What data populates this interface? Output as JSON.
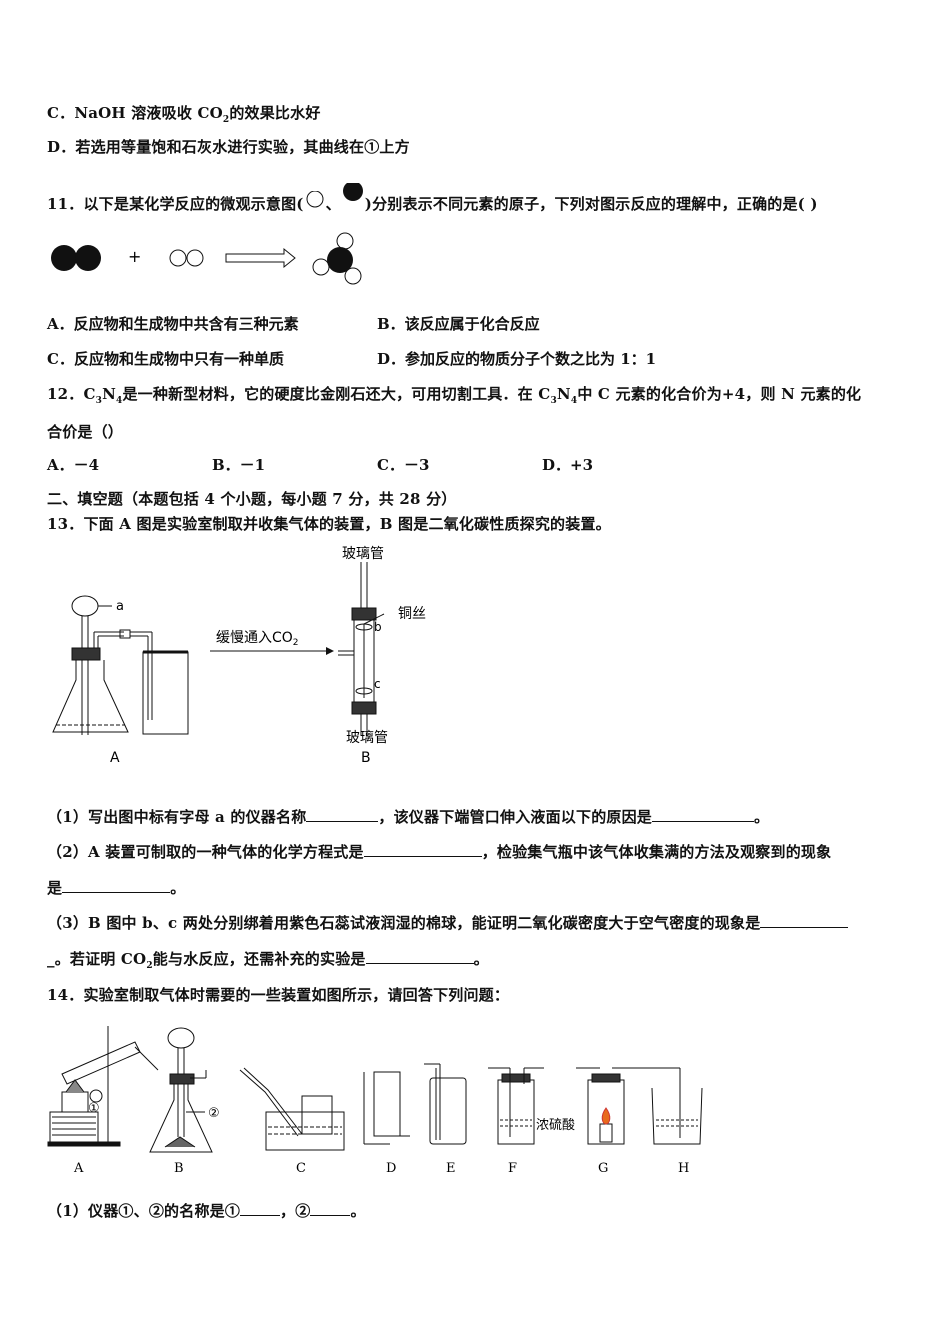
{
  "q10": {
    "optC_pre": "C．NaOH 溶液吸收 CO",
    "optC_sub": "2",
    "optC_post": "的效果比水好",
    "optD": "D．若选用等量饱和石灰水进行实验，其曲线在①上方"
  },
  "q11": {
    "stem_pre": "11．以下是某化学反应的微观示意图(",
    "stem_sep": "、",
    "stem_post": ")分别表示不同元素的原子，下列对图示反应的理解中，正确的是(   )",
    "plus": "+",
    "optA": "A．反应物和生成物中共含有三种元素",
    "optB": "B．该反应属于化合反应",
    "optC": "C．反应物和生成物中只有一种单质",
    "optD": "D．参加反应的物质分子个数之比为 1：1"
  },
  "q12": {
    "stem1_pre": "12．C",
    "s1": "3",
    "mid1": "N",
    "s2": "4",
    "stem1_mid": "是一种新型材料，它的硬度比金刚石还大，可用切割工具．在 C",
    "s3": "3",
    "mid2": "N",
    "s4": "4",
    "stem1_post": "中 C 元素的化合价为+4，则 N 元素的化",
    "stem2": "合价是（）",
    "optA": "A．－4",
    "optB": "B．－1",
    "optC": "C．－3",
    "optD": "D．+3"
  },
  "section2": "二、填空题（本题包括 4 个小题，每小题 7 分，共 28 分）",
  "q13": {
    "stem": "13．下面 A 图是实验室制取并收集气体的装置，B 图是二氧化碳性质探究的装置。",
    "fig": {
      "label_a": "a",
      "label_A": "A",
      "label_B": "B",
      "arrow_text": "缓慢通入CO",
      "arrow_sub": "2",
      "glass_top": "玻璃管",
      "glass_bottom": "玻璃管",
      "copper": "铜丝",
      "label_b": "b",
      "label_c": "c"
    },
    "p1_a": "（1）写出图中标有字母 a 的仪器名称",
    "p1_b": "，该仪器下端管口伸入液面以下的原因是",
    "p1_c": "。",
    "p2_a": "（2）A 装置可制取的一种气体的化学方程式是",
    "p2_b": "，检验集气瓶中该气体收集满的方法及观察到的现象",
    "p2_c": "是",
    "p2_d": "。",
    "p3_a": "（3）B 图中 b、c 两处分别绑着用紫色石蕊试液润湿的棉球，能证明二氧化碳密度大于空气密度的现象是",
    "p3_b": "_。若证明 CO",
    "p3_sub": "2",
    "p3_c": "能与水反应，还需补充的实验是",
    "p3_d": "。"
  },
  "q14": {
    "stem": "14．实验室制取气体时需要的一些装置如图所示，请回答下列问题：",
    "labels": [
      "A",
      "B",
      "C",
      "D",
      "E",
      "F",
      "G",
      "H"
    ],
    "mark1": "①",
    "mark2": "②",
    "acid": "浓硫酸",
    "p1_a": "（1）仪器①、②的名称是①",
    "p1_b": "，②",
    "p1_c": "。"
  }
}
